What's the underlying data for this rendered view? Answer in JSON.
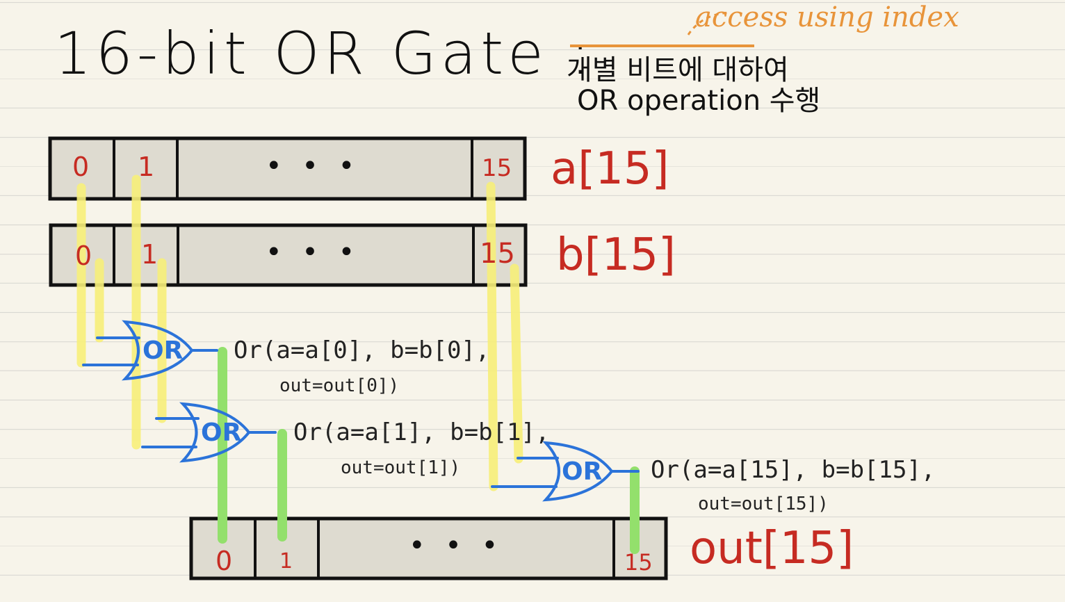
{
  "title": "16-bit OR Gate :",
  "description_line1": "개별 비트에 대하여",
  "description_line2": "OR operation 수행",
  "annotation": "access using index",
  "registers": [
    {
      "label": "a[15]",
      "cells": [
        "0",
        "1",
        "• • •",
        "15"
      ]
    },
    {
      "label": "b[15]",
      "cells": [
        "0",
        "1",
        "• • •",
        "15"
      ]
    },
    {
      "label": "out[15]",
      "cells": [
        "0",
        "1",
        "• • •",
        "15"
      ]
    }
  ],
  "gates": [
    {
      "symbol": "OR",
      "call_line1": "Or(a=a[0], b=b[0],",
      "call_line2": "out=out[0])"
    },
    {
      "symbol": "OR",
      "call_line1": "Or(a=a[1], b=b[1],",
      "call_line2": "out=out[1])"
    },
    {
      "symbol": "OR",
      "call_line1": "Or(a=a[15], b=b[15],",
      "call_line2": "out=out[15])"
    }
  ],
  "colors": {
    "register_fill": "#dedbd0",
    "index_red": "#c62b22",
    "gate_blue": "#2b73d9",
    "wire_yellow": "#f7ef7a",
    "wire_green": "#93e06c",
    "annotation_orange": "#e8943a"
  }
}
